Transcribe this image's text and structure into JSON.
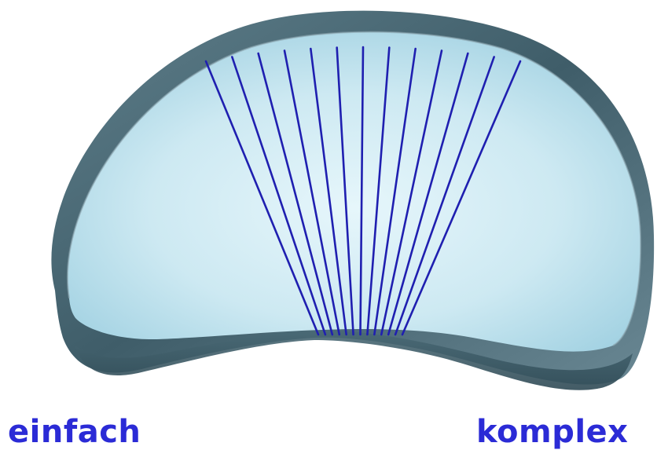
{
  "labels": {
    "left": "einfach",
    "right": "komplex"
  },
  "colors": {
    "label_text": "#2b2bd6",
    "fan_lines": "#1f1fb0",
    "rim_dark": "#3f5d69",
    "rim_mid": "#5f7f8b",
    "rim_light": "#8aa3ad",
    "face_center": "#dff2f8",
    "face_edge": "#a9d7e6"
  },
  "fan": {
    "line_count": 13
  }
}
